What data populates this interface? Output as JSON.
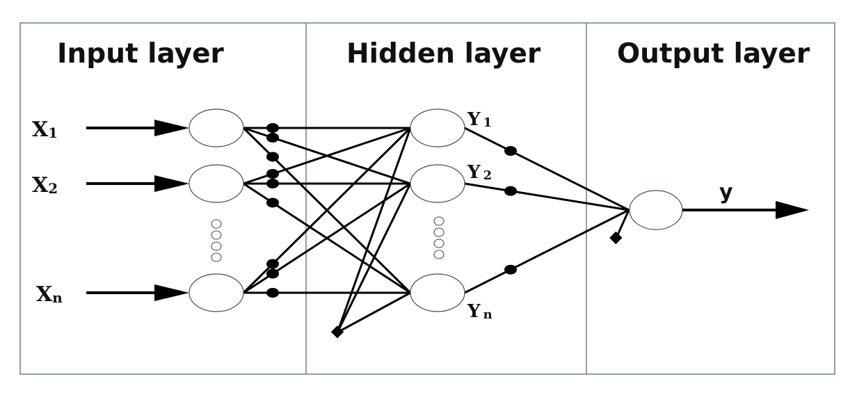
{
  "layers": [
    {
      "id": "input",
      "title": "Input layer"
    },
    {
      "id": "hidden",
      "title": "Hidden layer"
    },
    {
      "id": "output",
      "title": "Output layer"
    }
  ],
  "inputs": [
    {
      "base": "X",
      "sub": "1"
    },
    {
      "base": "X",
      "sub": "2"
    },
    {
      "base": "X",
      "sub": "n"
    }
  ],
  "hidden": [
    {
      "base": "Y",
      "sub": "1"
    },
    {
      "base": "Y",
      "sub": "2"
    },
    {
      "base": "Y",
      "sub": "n"
    }
  ],
  "output": {
    "label": "y"
  },
  "ellipsis_count": 4,
  "connections": {
    "input_to_hidden": "fully-connected",
    "hidden_to_output": "fully-connected",
    "hidden_bias": true,
    "output_bias": true
  }
}
